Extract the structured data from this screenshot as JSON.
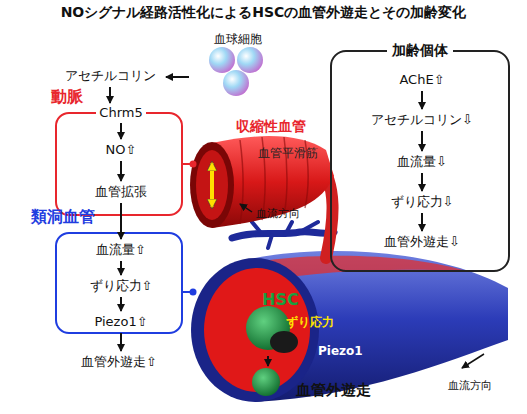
{
  "diagram": {
    "title": "NOシグナル経路活性化によるHSCの血管外遊走とその加齢変化",
    "nodes": [
      {
        "text": [
          "血球細胞"
        ]
      },
      {
        "text": [
          "アセチルコリン"
        ]
      },
      {
        "text": [
          "動脈"
        ]
      },
      {
        "text": [
          "Chrm5"
        ],
        "in": 2
      },
      {
        "text": [
          "NO⇧"
        ],
        "in": 2
      },
      {
        "text": [
          "血管拡張"
        ],
        "in": 2
      },
      {
        "text": [
          "類洞血管"
        ]
      },
      {
        "text": [
          "血流量⇧"
        ],
        "in": 6
      },
      {
        "text": [
          "ずり応力⇧"
        ],
        "in": 6
      },
      {
        "text": [
          "Piezo1⇧"
        ],
        "in": 6
      },
      {
        "text": [
          "血管外遊走⇧"
        ]
      },
      {
        "text": [
          "加齢個体"
        ]
      },
      {
        "text": [
          "AChE⇧"
        ],
        "in": 11
      },
      {
        "text": [
          "アセチルコリン⇩"
        ],
        "in": 11
      },
      {
        "text": [
          "血流量⇩"
        ],
        "in": 11
      },
      {
        "text": [
          "ずり応力⇩"
        ],
        "in": 11
      },
      {
        "text": [
          "血管外遊走⇩"
        ],
        "in": 11
      }
    ],
    "edges": [
      {
        "from": 0,
        "to": 1,
        "arrow": "to"
      },
      {
        "from": 1,
        "to": 3,
        "arrow": "to"
      },
      {
        "from": 3,
        "to": 4,
        "arrow": "to"
      },
      {
        "from": 4,
        "to": 5,
        "arrow": "to"
      },
      {
        "from": 5,
        "to": 7,
        "arrow": "to"
      },
      {
        "from": 7,
        "to": 8,
        "arrow": "to"
      },
      {
        "from": 8,
        "to": 9,
        "arrow": "to"
      },
      {
        "from": 9,
        "to": 10,
        "arrow": "to"
      },
      {
        "from": 12,
        "to": 13,
        "arrow": "to"
      },
      {
        "from": 13,
        "to": 14,
        "arrow": "to"
      },
      {
        "from": 14,
        "to": 15,
        "arrow": "to"
      },
      {
        "from": 15,
        "to": 16,
        "arrow": "to"
      }
    ],
    "labels": [
      "収縮性血管",
      "血管平滑筋",
      "血流方向",
      "HSC",
      "ずり応力",
      "Piezo1",
      "血管外遊走",
      "血流方向"
    ]
  }
}
